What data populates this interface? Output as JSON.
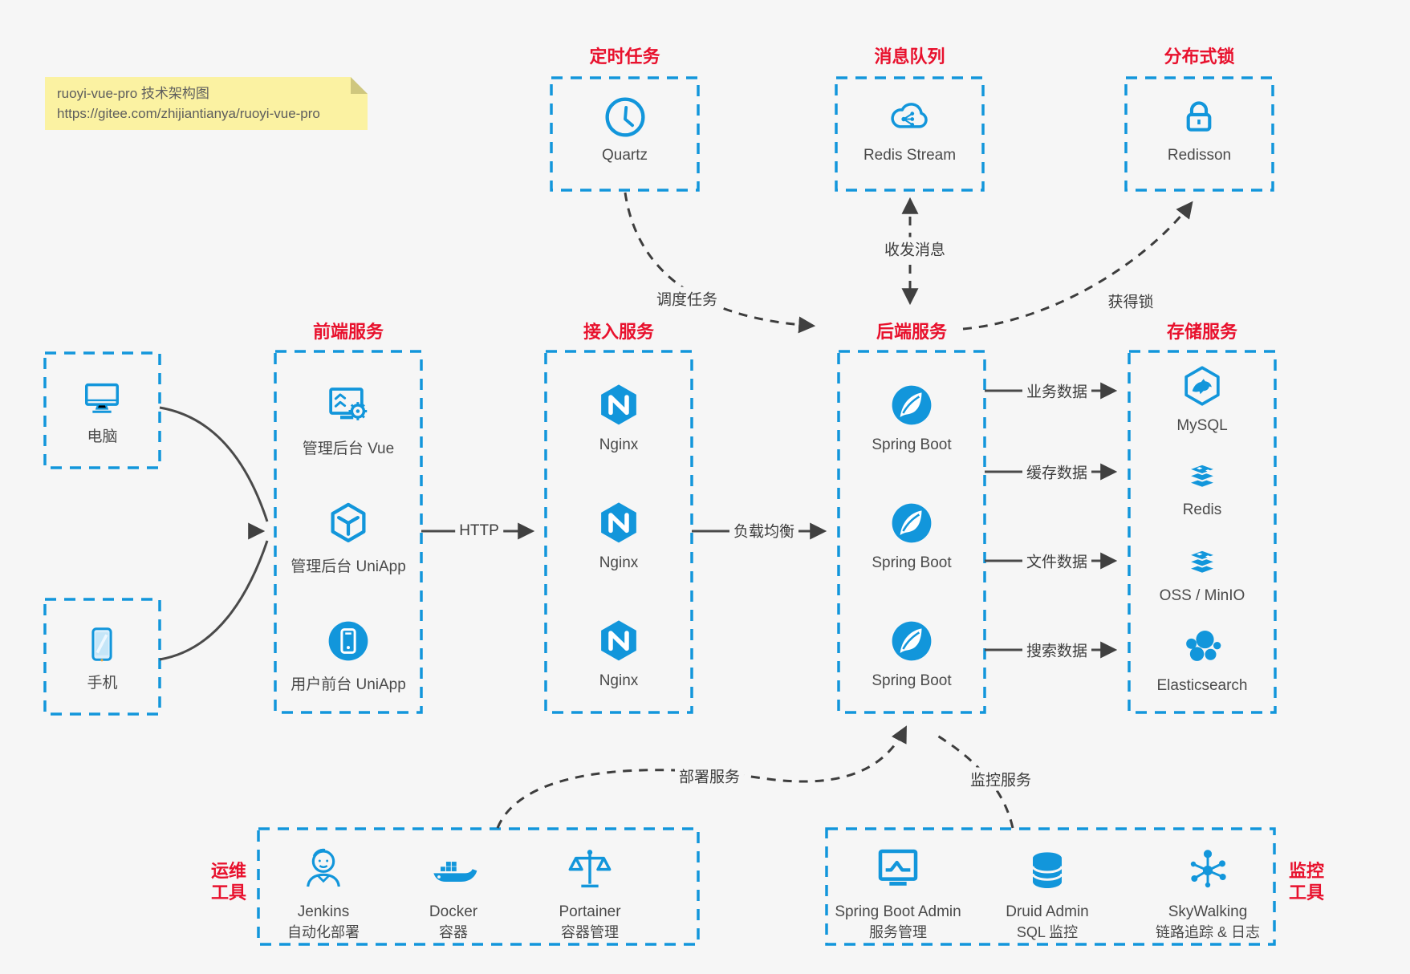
{
  "note": {
    "line1": "ruoyi-vue-pro 技术架构图",
    "line2": "https://gitee.com/zhijiantianya/ruoyi-vue-pro"
  },
  "top_services": [
    {
      "title": "定时任务",
      "item": {
        "icon": "clock-icon",
        "label": "Quartz"
      }
    },
    {
      "title": "消息队列",
      "item": {
        "icon": "cloud-queue-icon",
        "label": "Redis Stream"
      }
    },
    {
      "title": "分布式锁",
      "item": {
        "icon": "lock-icon",
        "label": "Redisson"
      }
    }
  ],
  "clients": [
    {
      "icon": "desktop-icon",
      "label": "电脑"
    },
    {
      "icon": "mobile-icon",
      "label": "手机"
    }
  ],
  "service_columns": [
    {
      "title": "前端服务",
      "items": [
        {
          "icon": "admin-vue-icon",
          "label": "管理后台 Vue"
        },
        {
          "icon": "uniapp-cube-icon",
          "label": "管理后台 UniApp"
        },
        {
          "icon": "user-app-icon",
          "label": "用户前台 UniApp"
        }
      ]
    },
    {
      "title": "接入服务",
      "items": [
        {
          "icon": "nginx-icon",
          "label": "Nginx"
        },
        {
          "icon": "nginx-icon",
          "label": "Nginx"
        },
        {
          "icon": "nginx-icon",
          "label": "Nginx"
        }
      ]
    },
    {
      "title": "后端服务",
      "items": [
        {
          "icon": "spring-boot-icon",
          "label": "Spring Boot"
        },
        {
          "icon": "spring-boot-icon",
          "label": "Spring Boot"
        },
        {
          "icon": "spring-boot-icon",
          "label": "Spring Boot"
        }
      ]
    },
    {
      "title": "存储服务",
      "items": [
        {
          "icon": "mysql-icon",
          "label": "MySQL"
        },
        {
          "icon": "redis-icon",
          "label": "Redis"
        },
        {
          "icon": "object-storage-icon",
          "label": "OSS / MinIO"
        },
        {
          "icon": "elasticsearch-icon",
          "label": "Elasticsearch"
        }
      ]
    }
  ],
  "edge_labels": {
    "http": "HTTP",
    "load_balance": "负载均衡",
    "schedule": "调度任务",
    "messaging": "收发消息",
    "acquire_lock": "获得锁",
    "business_data": "业务数据",
    "cache_data": "缓存数据",
    "file_data": "文件数据",
    "search_data": "搜索数据",
    "deploy": "部署服务",
    "monitor": "监控服务"
  },
  "bottom_groups": [
    {
      "side_label_line1": "运维",
      "side_label_line2": "工具",
      "items": [
        {
          "icon": "jenkins-icon",
          "line1": "Jenkins",
          "line2": "自动化部署"
        },
        {
          "icon": "docker-icon",
          "line1": "Docker",
          "line2": "容器"
        },
        {
          "icon": "portainer-icon",
          "line1": "Portainer",
          "line2": "容器管理"
        }
      ]
    },
    {
      "side_label_line1": "监控",
      "side_label_line2": "工具",
      "items": [
        {
          "icon": "spring-boot-admin-icon",
          "line1": "Spring Boot Admin",
          "line2": "服务管理"
        },
        {
          "icon": "druid-icon",
          "line1": "Druid Admin",
          "line2": "SQL 监控"
        },
        {
          "icon": "skywalking-icon",
          "line1": "SkyWalking",
          "line2": "链路追踪 & 日志"
        }
      ]
    }
  ],
  "colors": {
    "accent_blue": "#1296db",
    "title_red": "#e8112d",
    "connector_dark": "#404040",
    "note_bg": "#fbf2a2",
    "page_bg": "#f6f6f6"
  }
}
